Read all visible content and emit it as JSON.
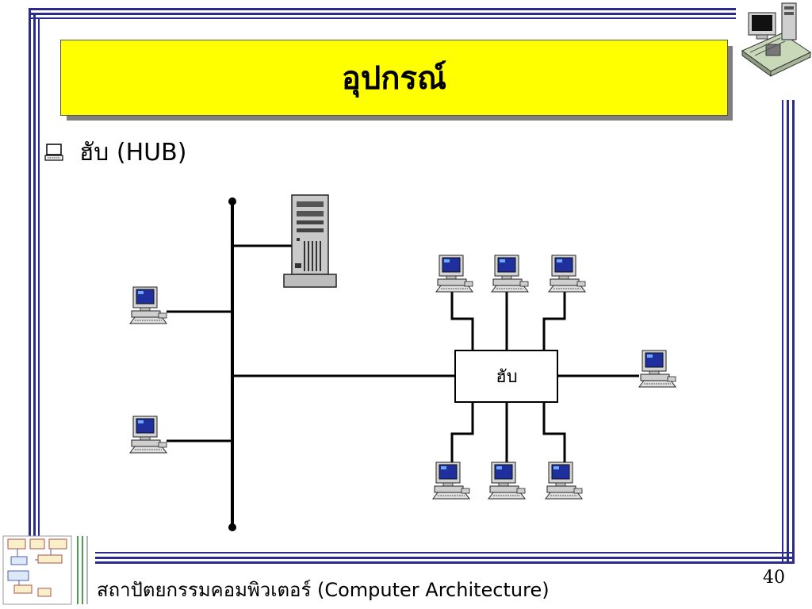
{
  "slide": {
    "title": "อุปกรณ์",
    "bullet_text": "ฮับ (HUB)",
    "footer": "สถาปัตยกรรมคอมพิวเตอร์ (Computer Architecture)",
    "page_number": "40"
  },
  "diagram": {
    "hub_label": "ฮับ",
    "colors": {
      "frame": "#2b2b8f",
      "title_fill": "#ffff00",
      "screen": "#1f2f9e",
      "case": "#c9c9c9"
    },
    "icons": [
      "server-tower-icon",
      "desktop-computer-icon",
      "bullet-computer-icon",
      "motherboard-icon",
      "architecture-diagram-icon"
    ]
  }
}
